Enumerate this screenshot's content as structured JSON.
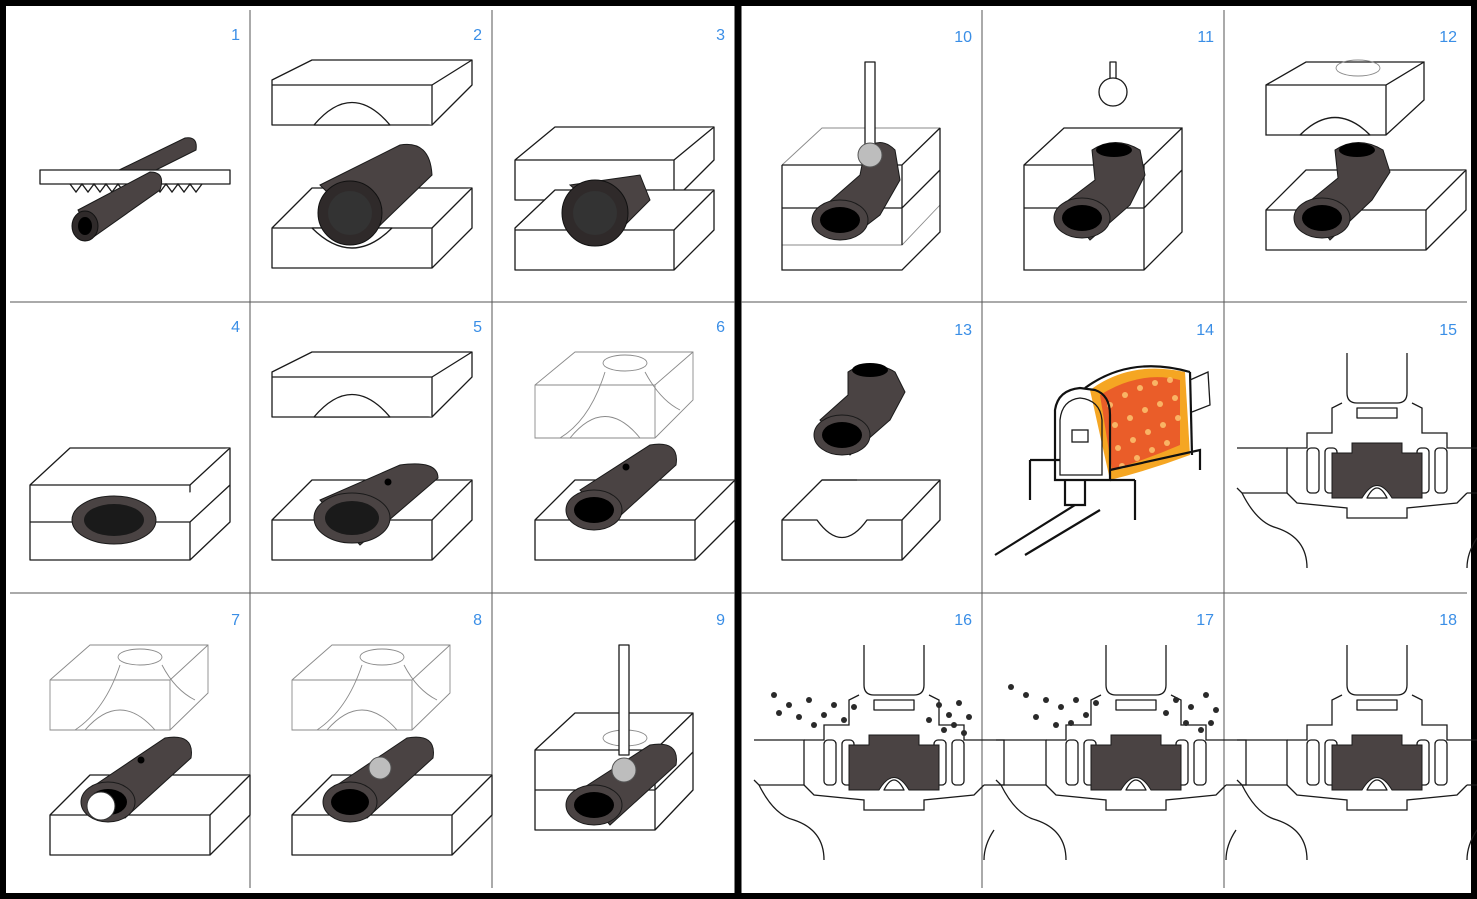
{
  "panels": [
    {
      "id": 1,
      "label": "1"
    },
    {
      "id": 2,
      "label": "2"
    },
    {
      "id": 3,
      "label": "3"
    },
    {
      "id": 4,
      "label": "4"
    },
    {
      "id": 5,
      "label": "5"
    },
    {
      "id": 6,
      "label": "6"
    },
    {
      "id": 7,
      "label": "7"
    },
    {
      "id": 8,
      "label": "8"
    },
    {
      "id": 9,
      "label": "9"
    },
    {
      "id": 10,
      "label": "10"
    },
    {
      "id": 11,
      "label": "11"
    },
    {
      "id": 12,
      "label": "12"
    },
    {
      "id": 13,
      "label": "13"
    },
    {
      "id": 14,
      "label": "14"
    },
    {
      "id": 15,
      "label": "15"
    },
    {
      "id": 16,
      "label": "16"
    },
    {
      "id": 17,
      "label": "17"
    },
    {
      "id": 18,
      "label": "18"
    }
  ],
  "colors": {
    "number": "#3a8ee6",
    "pipe": "#4a4343",
    "furnace_hot": "#e8502a",
    "furnace_warm": "#f5a623"
  }
}
